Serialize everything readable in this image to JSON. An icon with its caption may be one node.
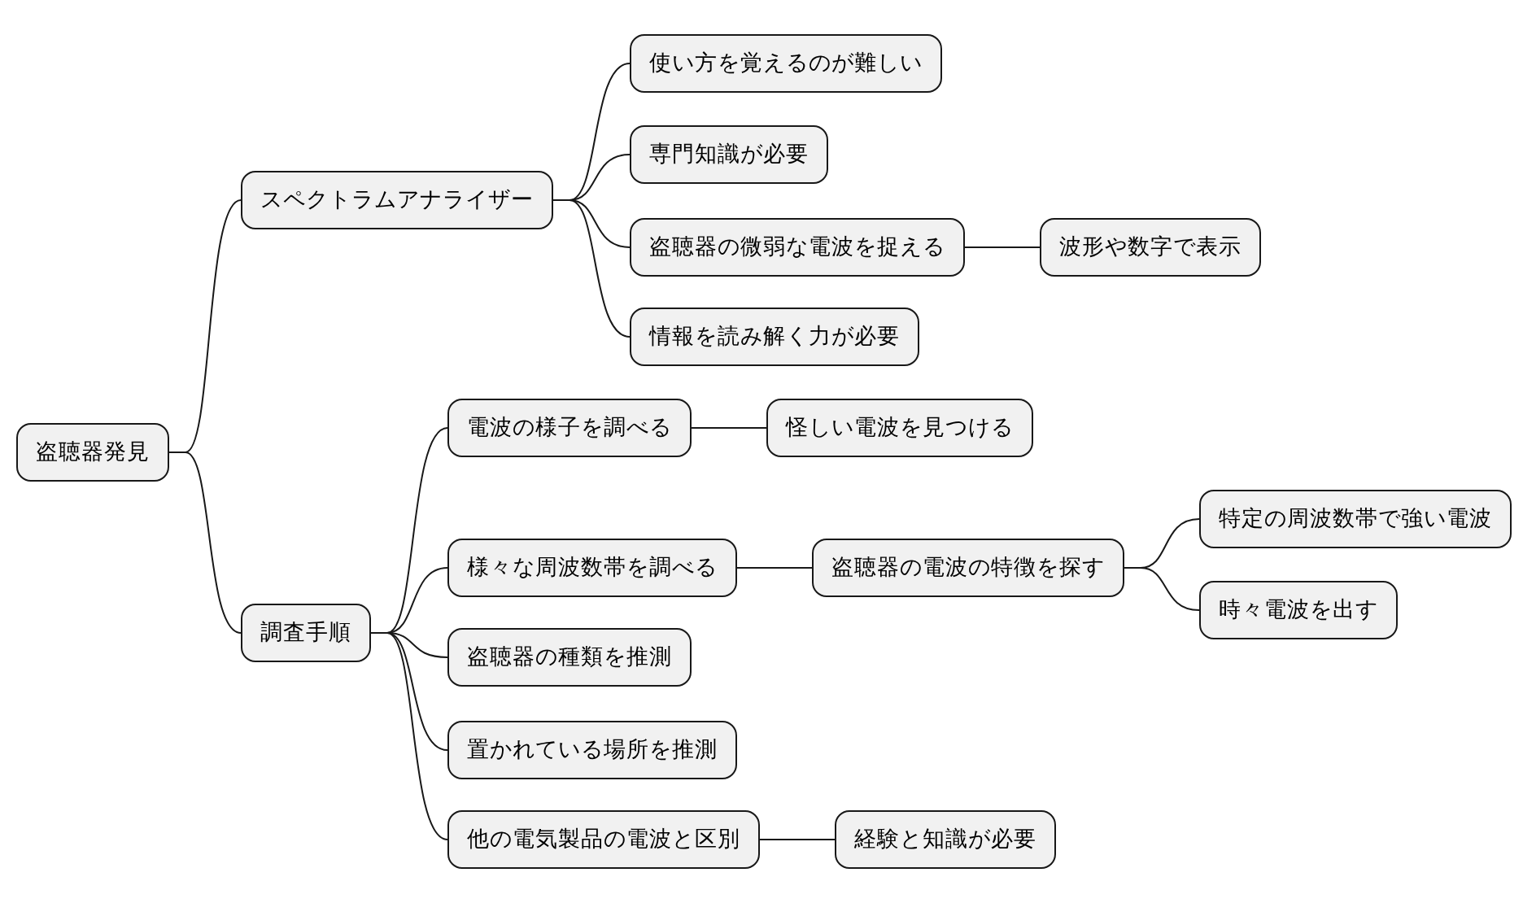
{
  "diagram": {
    "nodes": [
      {
        "text": [
          "盗聴器発見"
        ]
      },
      {
        "text": [
          "スペクトラムアナライザー"
        ]
      },
      {
        "text": [
          "使い方を覚えるのが難しい"
        ]
      },
      {
        "text": [
          "専門知識が必要"
        ]
      },
      {
        "text": [
          "盗聴器の微弱な電波を捉える"
        ]
      },
      {
        "text": [
          "波形や数字で表示"
        ]
      },
      {
        "text": [
          "情報を読み解く力が必要"
        ]
      },
      {
        "text": [
          "調査手順"
        ]
      },
      {
        "text": [
          "電波の様子を調べる"
        ]
      },
      {
        "text": [
          "怪しい電波を見つける"
        ]
      },
      {
        "text": [
          "様々な周波数帯を調べる"
        ]
      },
      {
        "text": [
          "盗聴器の電波の特徴を探す"
        ]
      },
      {
        "text": [
          "特定の周波数帯で強い電波"
        ]
      },
      {
        "text": [
          "時々電波を出す"
        ]
      },
      {
        "text": [
          "盗聴器の種類を推測"
        ]
      },
      {
        "text": [
          "置かれている場所を推測"
        ]
      },
      {
        "text": [
          "他の電気製品の電波と区別"
        ]
      },
      {
        "text": [
          "経験と知識が必要"
        ]
      }
    ],
    "edges": [
      {
        "from": 0,
        "to": 1,
        "arrow": "none"
      },
      {
        "from": 1,
        "to": 2,
        "arrow": "none"
      },
      {
        "from": 1,
        "to": 3,
        "arrow": "none"
      },
      {
        "from": 1,
        "to": 4,
        "arrow": "none"
      },
      {
        "from": 4,
        "to": 5,
        "arrow": "none"
      },
      {
        "from": 1,
        "to": 6,
        "arrow": "none"
      },
      {
        "from": 0,
        "to": 7,
        "arrow": "none"
      },
      {
        "from": 7,
        "to": 8,
        "arrow": "none"
      },
      {
        "from": 8,
        "to": 9,
        "arrow": "none"
      },
      {
        "from": 7,
        "to": 10,
        "arrow": "none"
      },
      {
        "from": 10,
        "to": 11,
        "arrow": "none"
      },
      {
        "from": 11,
        "to": 12,
        "arrow": "none"
      },
      {
        "from": 11,
        "to": 13,
        "arrow": "none"
      },
      {
        "from": 7,
        "to": 14,
        "arrow": "none"
      },
      {
        "from": 7,
        "to": 15,
        "arrow": "none"
      },
      {
        "from": 7,
        "to": 16,
        "arrow": "none"
      },
      {
        "from": 16,
        "to": 17,
        "arrow": "none"
      }
    ]
  }
}
